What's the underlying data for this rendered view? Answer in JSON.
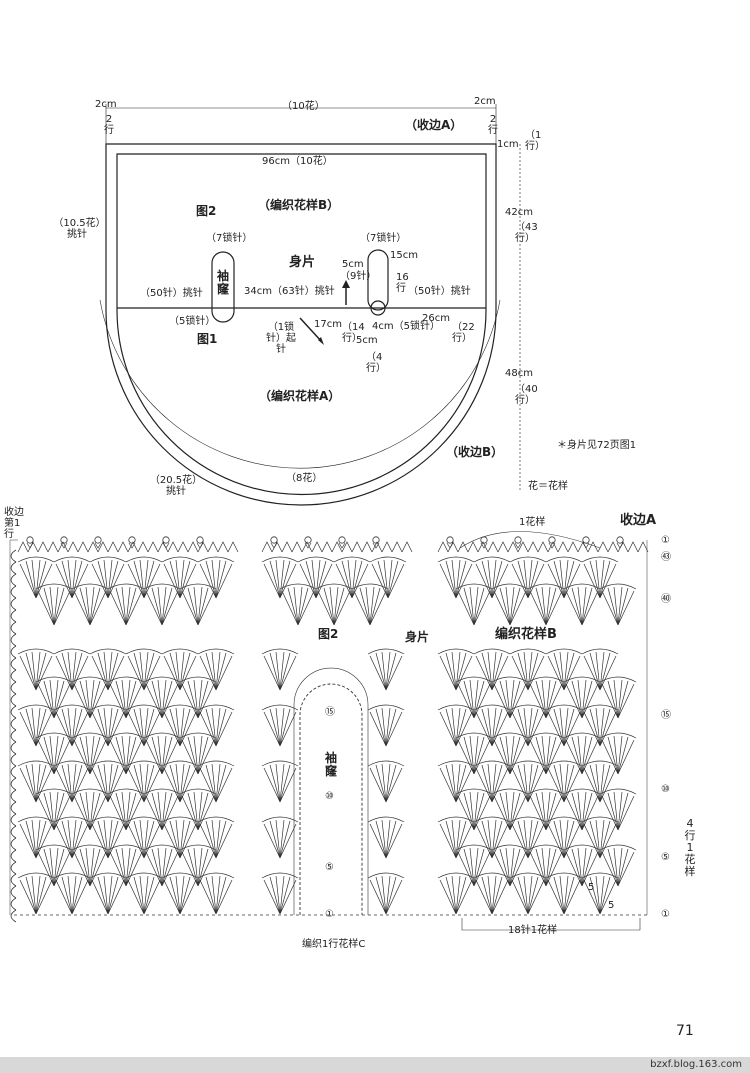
{
  "schematic": {
    "top_left_width": "2cm",
    "top_left_rows": "2行",
    "top_middle": "（10花）",
    "top_right_width": "2cm",
    "top_right_rows": "2行",
    "edging_a": "（收边A）",
    "top_right_1cm": "1cm",
    "top_right_1row": "（1行）",
    "inner_width": "96cm（10花）",
    "fig2": "图2",
    "pattern_b": "（编织花样B）",
    "left_side": "（10.5花）挑针",
    "right_42cm": "42cm",
    "right_43rows": "（43行）",
    "sleeve_left_chain": "（7锁针）",
    "sleeve_label": "袖窿",
    "body_label": "身片",
    "sleeve_right_chain": "（7锁针）",
    "m5cm": "5cm",
    "m9st": "（9针）",
    "m15cm": "15cm",
    "m16rows": "16行",
    "pick_left": "（50针）挑针",
    "m34cm": "34cm（63针）挑针",
    "pick_right": "（50针）挑针",
    "left_5chain": "（5锁针）",
    "start_stitch": "（1锁针）起针",
    "m17cm": "17cm",
    "m14rows": "（14行）",
    "m4cm": "4cm（5锁针）",
    "m26cm": "26cm",
    "m22rows": "（22行）",
    "fig1": "图1",
    "m5cm_b": "5cm",
    "m4rows": "（4行）",
    "right_48cm": "48cm",
    "right_40rows": "（40行）",
    "pattern_a": "（编织花样A）",
    "edging_b": "（收边B）",
    "note_ref": "＊身片见72页图1",
    "bottom_left": "（20.5花）挑针",
    "bottom_middle": "（8花）",
    "flower_def": "花＝花样"
  },
  "chart": {
    "edging_label": "收边第1行",
    "one_repeat": "1花样",
    "edging_a": "收边A",
    "fig2": "图2",
    "body_label": "身片",
    "pattern_b": "编织花样B",
    "sleeve_label": "袖窿",
    "row_markers": [
      "①",
      "⑮",
      "⑩",
      "⑤",
      "①"
    ],
    "sleeve_markers": [
      "⑮",
      "⑩",
      "⑤",
      "①"
    ],
    "edge_markers": [
      "①",
      "㊸",
      "㊵"
    ],
    "repeat_rows": "4行1花样",
    "digit_five": "5",
    "bottom_note": "编织1行花样C",
    "bottom_repeat": "18针1花样"
  },
  "page_number": "71",
  "watermark": "bzxf.blog.163.com"
}
